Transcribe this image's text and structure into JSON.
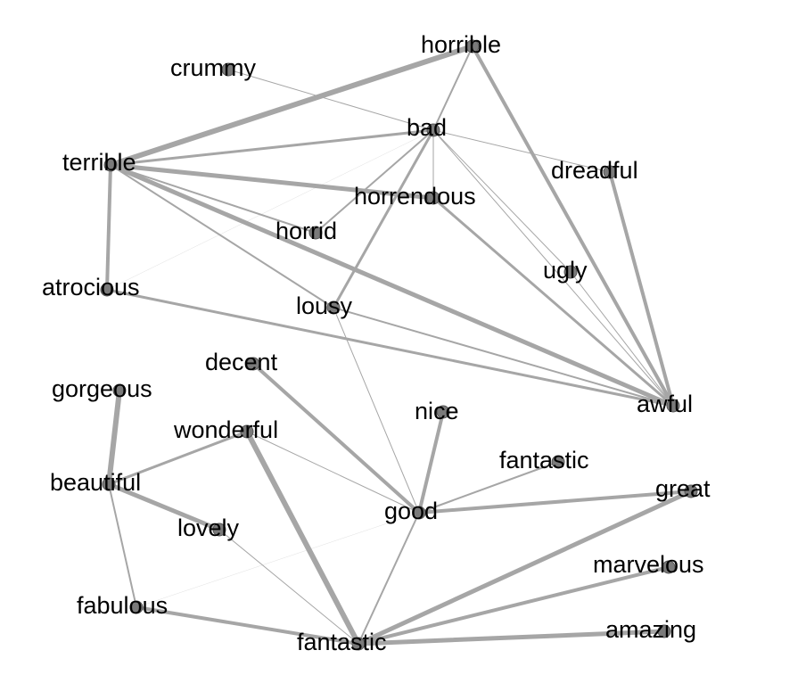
{
  "colors": {
    "edge": "#a6a6a6",
    "node": "#7a7a7a",
    "label": "#000000",
    "background": "#ffffff"
  },
  "nodes": [
    {
      "id": "horrible",
      "label": "horrible"
    },
    {
      "id": "crummy",
      "label": "crummy"
    },
    {
      "id": "bad",
      "label": "bad"
    },
    {
      "id": "terrible",
      "label": "terrible"
    },
    {
      "id": "dreadful",
      "label": "dreadful"
    },
    {
      "id": "horrendous",
      "label": "horrendous"
    },
    {
      "id": "horrid",
      "label": "horrid"
    },
    {
      "id": "ugly",
      "label": "ugly"
    },
    {
      "id": "atrocious",
      "label": "atrocious"
    },
    {
      "id": "lousy",
      "label": "lousy"
    },
    {
      "id": "decent",
      "label": "decent"
    },
    {
      "id": "gorgeous",
      "label": "gorgeous"
    },
    {
      "id": "awful",
      "label": "awful"
    },
    {
      "id": "nice",
      "label": "nice"
    },
    {
      "id": "wonderful",
      "label": "wonderful"
    },
    {
      "id": "fantastic_r",
      "label": "fantastic"
    },
    {
      "id": "beautiful",
      "label": "beautiful"
    },
    {
      "id": "great",
      "label": "great"
    },
    {
      "id": "good",
      "label": "good"
    },
    {
      "id": "lovely",
      "label": "lovely"
    },
    {
      "id": "marvelous",
      "label": "marvelous"
    },
    {
      "id": "fabulous",
      "label": "fabulous"
    },
    {
      "id": "amazing",
      "label": "amazing"
    },
    {
      "id": "fantastic",
      "label": "fantastic"
    }
  ],
  "edges": [
    {
      "source": "terrible",
      "target": "horrible",
      "weight": 6
    },
    {
      "source": "terrible",
      "target": "bad",
      "weight": 3
    },
    {
      "source": "terrible",
      "target": "horrendous",
      "weight": 5
    },
    {
      "source": "terrible",
      "target": "awful",
      "weight": 5
    },
    {
      "source": "terrible",
      "target": "atrocious",
      "weight": 4
    },
    {
      "source": "terrible",
      "target": "horrid",
      "weight": 2
    },
    {
      "source": "terrible",
      "target": "lousy",
      "weight": 2
    },
    {
      "source": "crummy",
      "target": "bad",
      "weight": 1
    },
    {
      "source": "horrible",
      "target": "bad",
      "weight": 2
    },
    {
      "source": "horrible",
      "target": "awful",
      "weight": 4
    },
    {
      "source": "bad",
      "target": "dreadful",
      "weight": 1
    },
    {
      "source": "bad",
      "target": "horrendous",
      "weight": 1
    },
    {
      "source": "bad",
      "target": "horrid",
      "weight": 2
    },
    {
      "source": "bad",
      "target": "ugly",
      "weight": 1
    },
    {
      "source": "bad",
      "target": "lousy",
      "weight": 3
    },
    {
      "source": "bad",
      "target": "awful",
      "weight": 1
    },
    {
      "source": "bad",
      "target": "atrocious",
      "weight": 0.5
    },
    {
      "source": "horrendous",
      "target": "awful",
      "weight": 3
    },
    {
      "source": "dreadful",
      "target": "awful",
      "weight": 4
    },
    {
      "source": "ugly",
      "target": "awful",
      "weight": 1
    },
    {
      "source": "atrocious",
      "target": "awful",
      "weight": 3
    },
    {
      "source": "lousy",
      "target": "awful",
      "weight": 2
    },
    {
      "source": "lousy",
      "target": "good",
      "weight": 1
    },
    {
      "source": "decent",
      "target": "good",
      "weight": 4
    },
    {
      "source": "nice",
      "target": "good",
      "weight": 4
    },
    {
      "source": "wonderful",
      "target": "good",
      "weight": 1
    },
    {
      "source": "wonderful",
      "target": "beautiful",
      "weight": 3
    },
    {
      "source": "wonderful",
      "target": "fantastic",
      "weight": 6
    },
    {
      "source": "good",
      "target": "fantastic_r",
      "weight": 2
    },
    {
      "source": "good",
      "target": "great",
      "weight": 4
    },
    {
      "source": "good",
      "target": "fantastic",
      "weight": 2
    },
    {
      "source": "good",
      "target": "fabulous",
      "weight": 0.5
    },
    {
      "source": "gorgeous",
      "target": "beautiful",
      "weight": 6
    },
    {
      "source": "beautiful",
      "target": "lovely",
      "weight": 5
    },
    {
      "source": "beautiful",
      "target": "fabulous",
      "weight": 2
    },
    {
      "source": "lovely",
      "target": "fantastic",
      "weight": 1
    },
    {
      "source": "fabulous",
      "target": "fantastic",
      "weight": 4
    },
    {
      "source": "great",
      "target": "fantastic",
      "weight": 5
    },
    {
      "source": "marvelous",
      "target": "fantastic",
      "weight": 4
    },
    {
      "source": "amazing",
      "target": "fantastic",
      "weight": 5
    }
  ]
}
